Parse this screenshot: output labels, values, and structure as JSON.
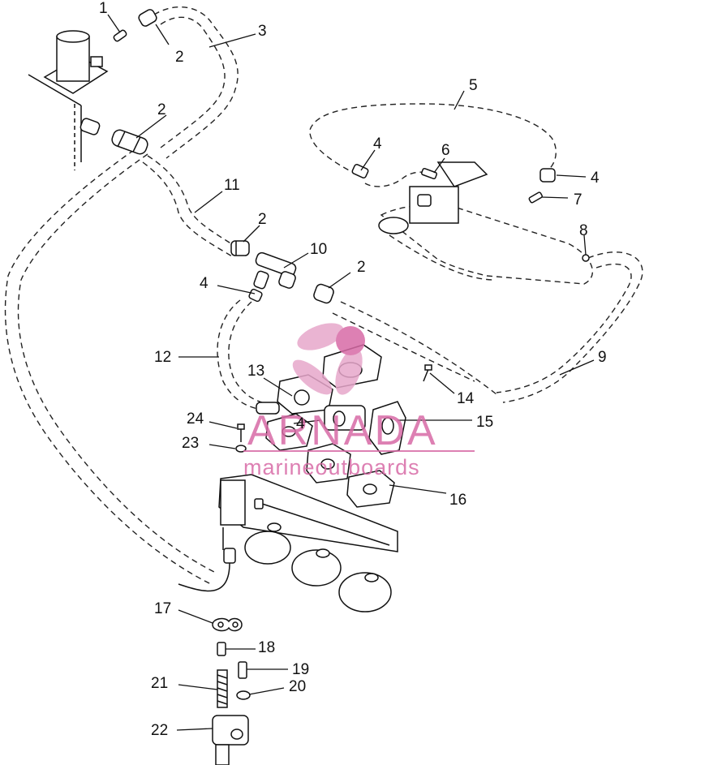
{
  "diagram": {
    "callouts": [
      {
        "id": "c1",
        "label": "1"
      },
      {
        "id": "c2a",
        "label": "2"
      },
      {
        "id": "c3",
        "label": "3"
      },
      {
        "id": "c2b",
        "label": "2"
      },
      {
        "id": "c5",
        "label": "5"
      },
      {
        "id": "c4a",
        "label": "4"
      },
      {
        "id": "c6",
        "label": "6"
      },
      {
        "id": "c4b",
        "label": "4"
      },
      {
        "id": "c7",
        "label": "7"
      },
      {
        "id": "c11",
        "label": "11"
      },
      {
        "id": "c2c",
        "label": "2"
      },
      {
        "id": "c8",
        "label": "8"
      },
      {
        "id": "c10",
        "label": "10"
      },
      {
        "id": "c2d",
        "label": "2"
      },
      {
        "id": "c4c",
        "label": "4"
      },
      {
        "id": "c12",
        "label": "12"
      },
      {
        "id": "c9",
        "label": "9"
      },
      {
        "id": "c13",
        "label": "13"
      },
      {
        "id": "c14",
        "label": "14"
      },
      {
        "id": "c24",
        "label": "24"
      },
      {
        "id": "c4d",
        "label": "4"
      },
      {
        "id": "c15",
        "label": "15"
      },
      {
        "id": "c23",
        "label": "23"
      },
      {
        "id": "c16",
        "label": "16"
      },
      {
        "id": "c17",
        "label": "17"
      },
      {
        "id": "c18",
        "label": "18"
      },
      {
        "id": "c19",
        "label": "19"
      },
      {
        "id": "c21",
        "label": "21"
      },
      {
        "id": "c20",
        "label": "20"
      },
      {
        "id": "c22",
        "label": "22"
      }
    ]
  },
  "watermark": {
    "brand": "ARNADA",
    "tagline": "marineoutboards",
    "color": "#d86aa6"
  }
}
